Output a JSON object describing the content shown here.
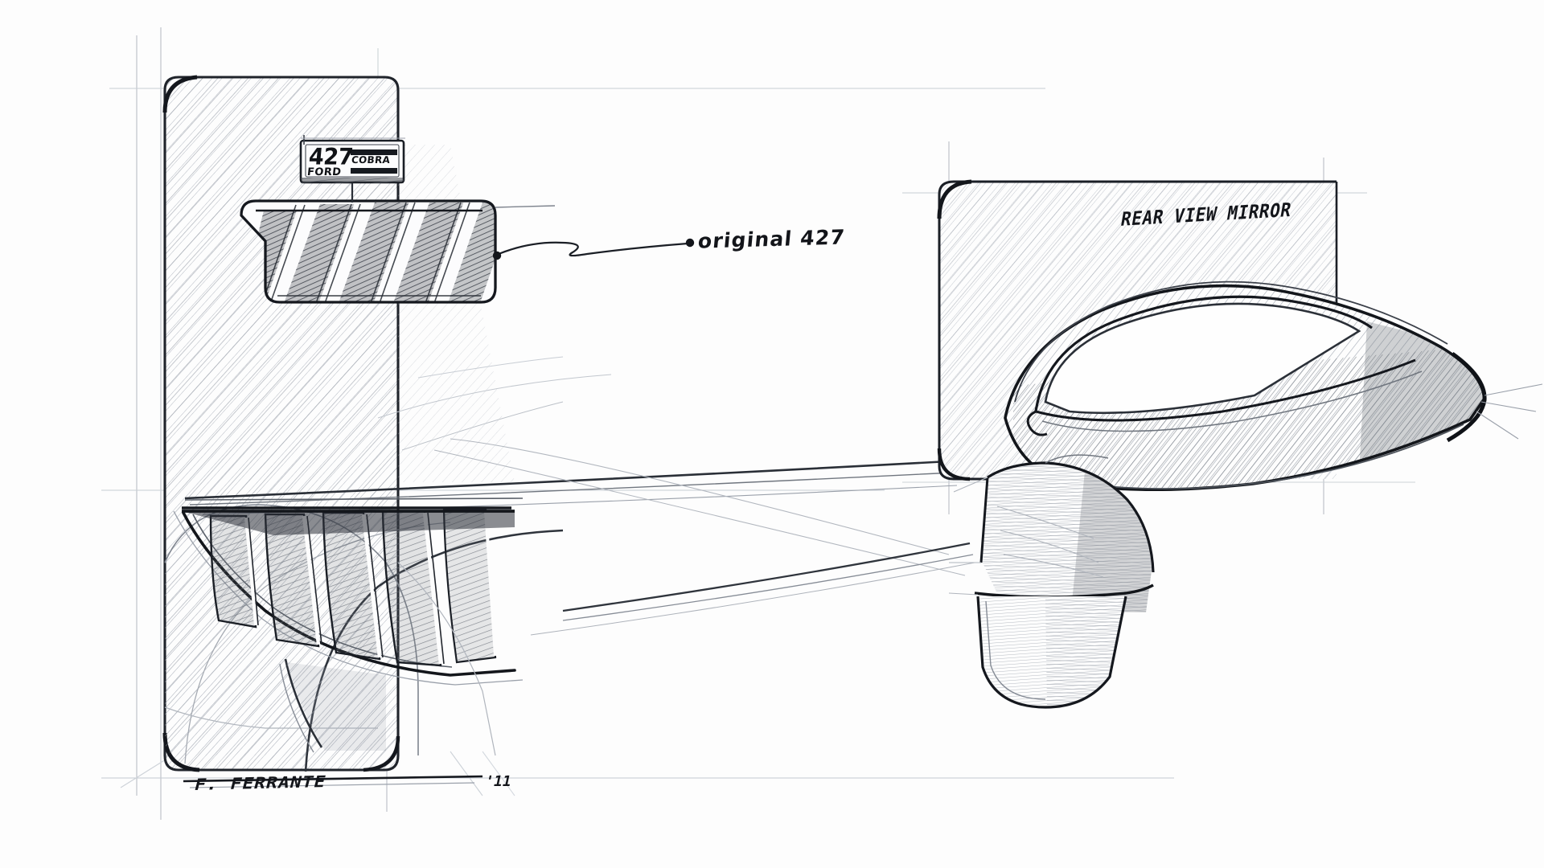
{
  "document": {
    "type": "automotive-design-sketch",
    "subject": "Rear view mirror and side vent study",
    "medium": "pen and pencil on paper",
    "paper_color": "#fdfdfd",
    "ink_color": "#15181e",
    "pencil_color": "#8a8f99"
  },
  "annotations": {
    "original_callout": "original 427",
    "mirror_callout": "REAR VIEW MIRROR"
  },
  "badge": {
    "model_number": "427",
    "manufacturer": "FORD",
    "nameplate": "COBRA"
  },
  "signature": {
    "artist": "F. FERRANTE",
    "year": "'11"
  },
  "views": {
    "upper_vent": {
      "name": "upper-vent-orthographic",
      "louver_count": 5
    },
    "lower_vent": {
      "name": "lower-vent-perspective",
      "louver_count": 5
    },
    "mirror": {
      "name": "rear-view-mirror-perspective"
    }
  }
}
